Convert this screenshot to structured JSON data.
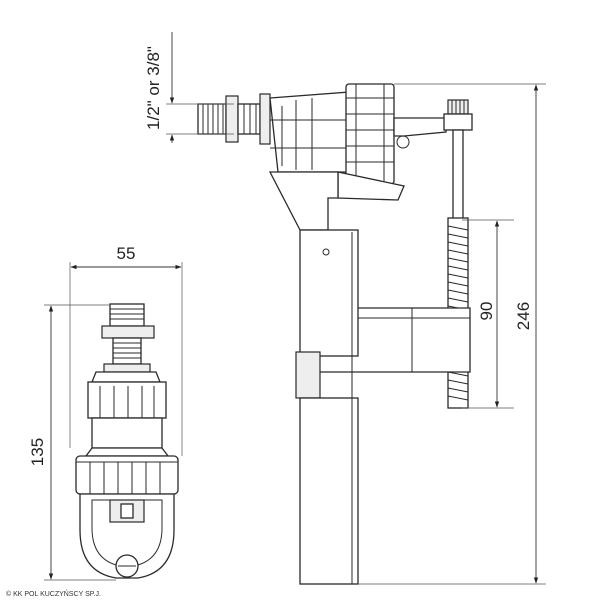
{
  "dimensions": {
    "width": "55",
    "height_front": "135",
    "float_travel": "90",
    "height_total": "246",
    "thread": "1/2\" or 3/8\""
  },
  "copyright": "© KK POL KUCZYŃSCY SP.J."
}
